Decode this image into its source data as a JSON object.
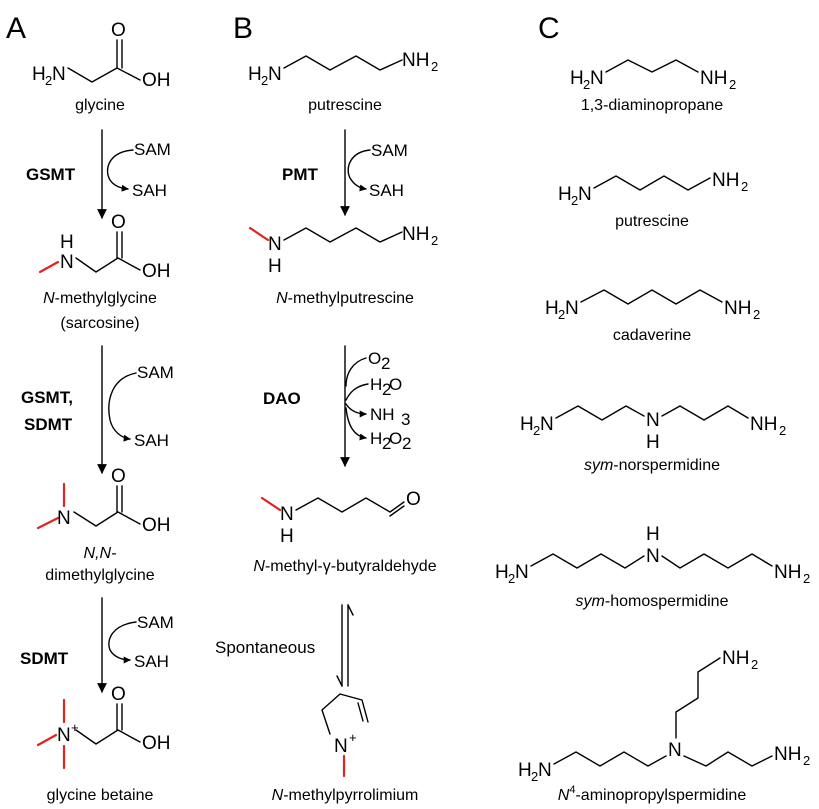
{
  "panels": {
    "a": "A",
    "b": "B",
    "c": "C"
  },
  "atoms": {
    "N": "N",
    "H": "H",
    "O": "O",
    "OH": "OH",
    "H2": "H",
    "two": "2",
    "plus": "+",
    "NH": "NH",
    "four": "4"
  },
  "panel_a": {
    "compounds": {
      "glycine": "glycine",
      "sarcosine_prefix": "N",
      "sarcosine_rest": "-methylglycine",
      "sarcosine_alt": "(sarcosine)",
      "dmg_line1": "N,N-",
      "dmg_line2": "dimethylglycine",
      "betaine": "glycine betaine"
    },
    "steps": [
      {
        "enzyme": "GSMT",
        "in": "SAM",
        "out": "SAH"
      },
      {
        "enzyme_line1": "GSMT,",
        "enzyme_line2": "SDMT",
        "in": "SAM",
        "out": "SAH"
      },
      {
        "enzyme": "SDMT",
        "in": "SAM",
        "out": "SAH"
      }
    ]
  },
  "panel_b": {
    "compounds": {
      "putrescine": "putrescine",
      "mp_prefix": "N",
      "mp_rest": "-methylputrescine",
      "mb_prefix": "N",
      "mb_rest": "-methyl-γ-butyraldehyde",
      "mpr_prefix": "N",
      "mpr_rest": "-methylpyrrolimium"
    },
    "steps": {
      "pmt": {
        "enzyme": "PMT",
        "in": "SAM",
        "out": "SAH"
      },
      "dao": {
        "enzyme": "DAO",
        "in1": "O",
        "in2": "H",
        "out1": "NH",
        "out2": "H"
      },
      "spont": "Spontaneous"
    }
  },
  "panel_c": {
    "compounds": {
      "dap": "1,3-diaminopropane",
      "put": "putrescine",
      "cad": "cadaverine",
      "norsp_prefix": "sym",
      "norsp_rest": "-norspermidine",
      "homosp_prefix": "sym",
      "homosp_rest": "-homospermidine",
      "apsp_prefix": "N",
      "apsp_sup": "4",
      "apsp_rest": "-aminopropylspermidine"
    }
  }
}
